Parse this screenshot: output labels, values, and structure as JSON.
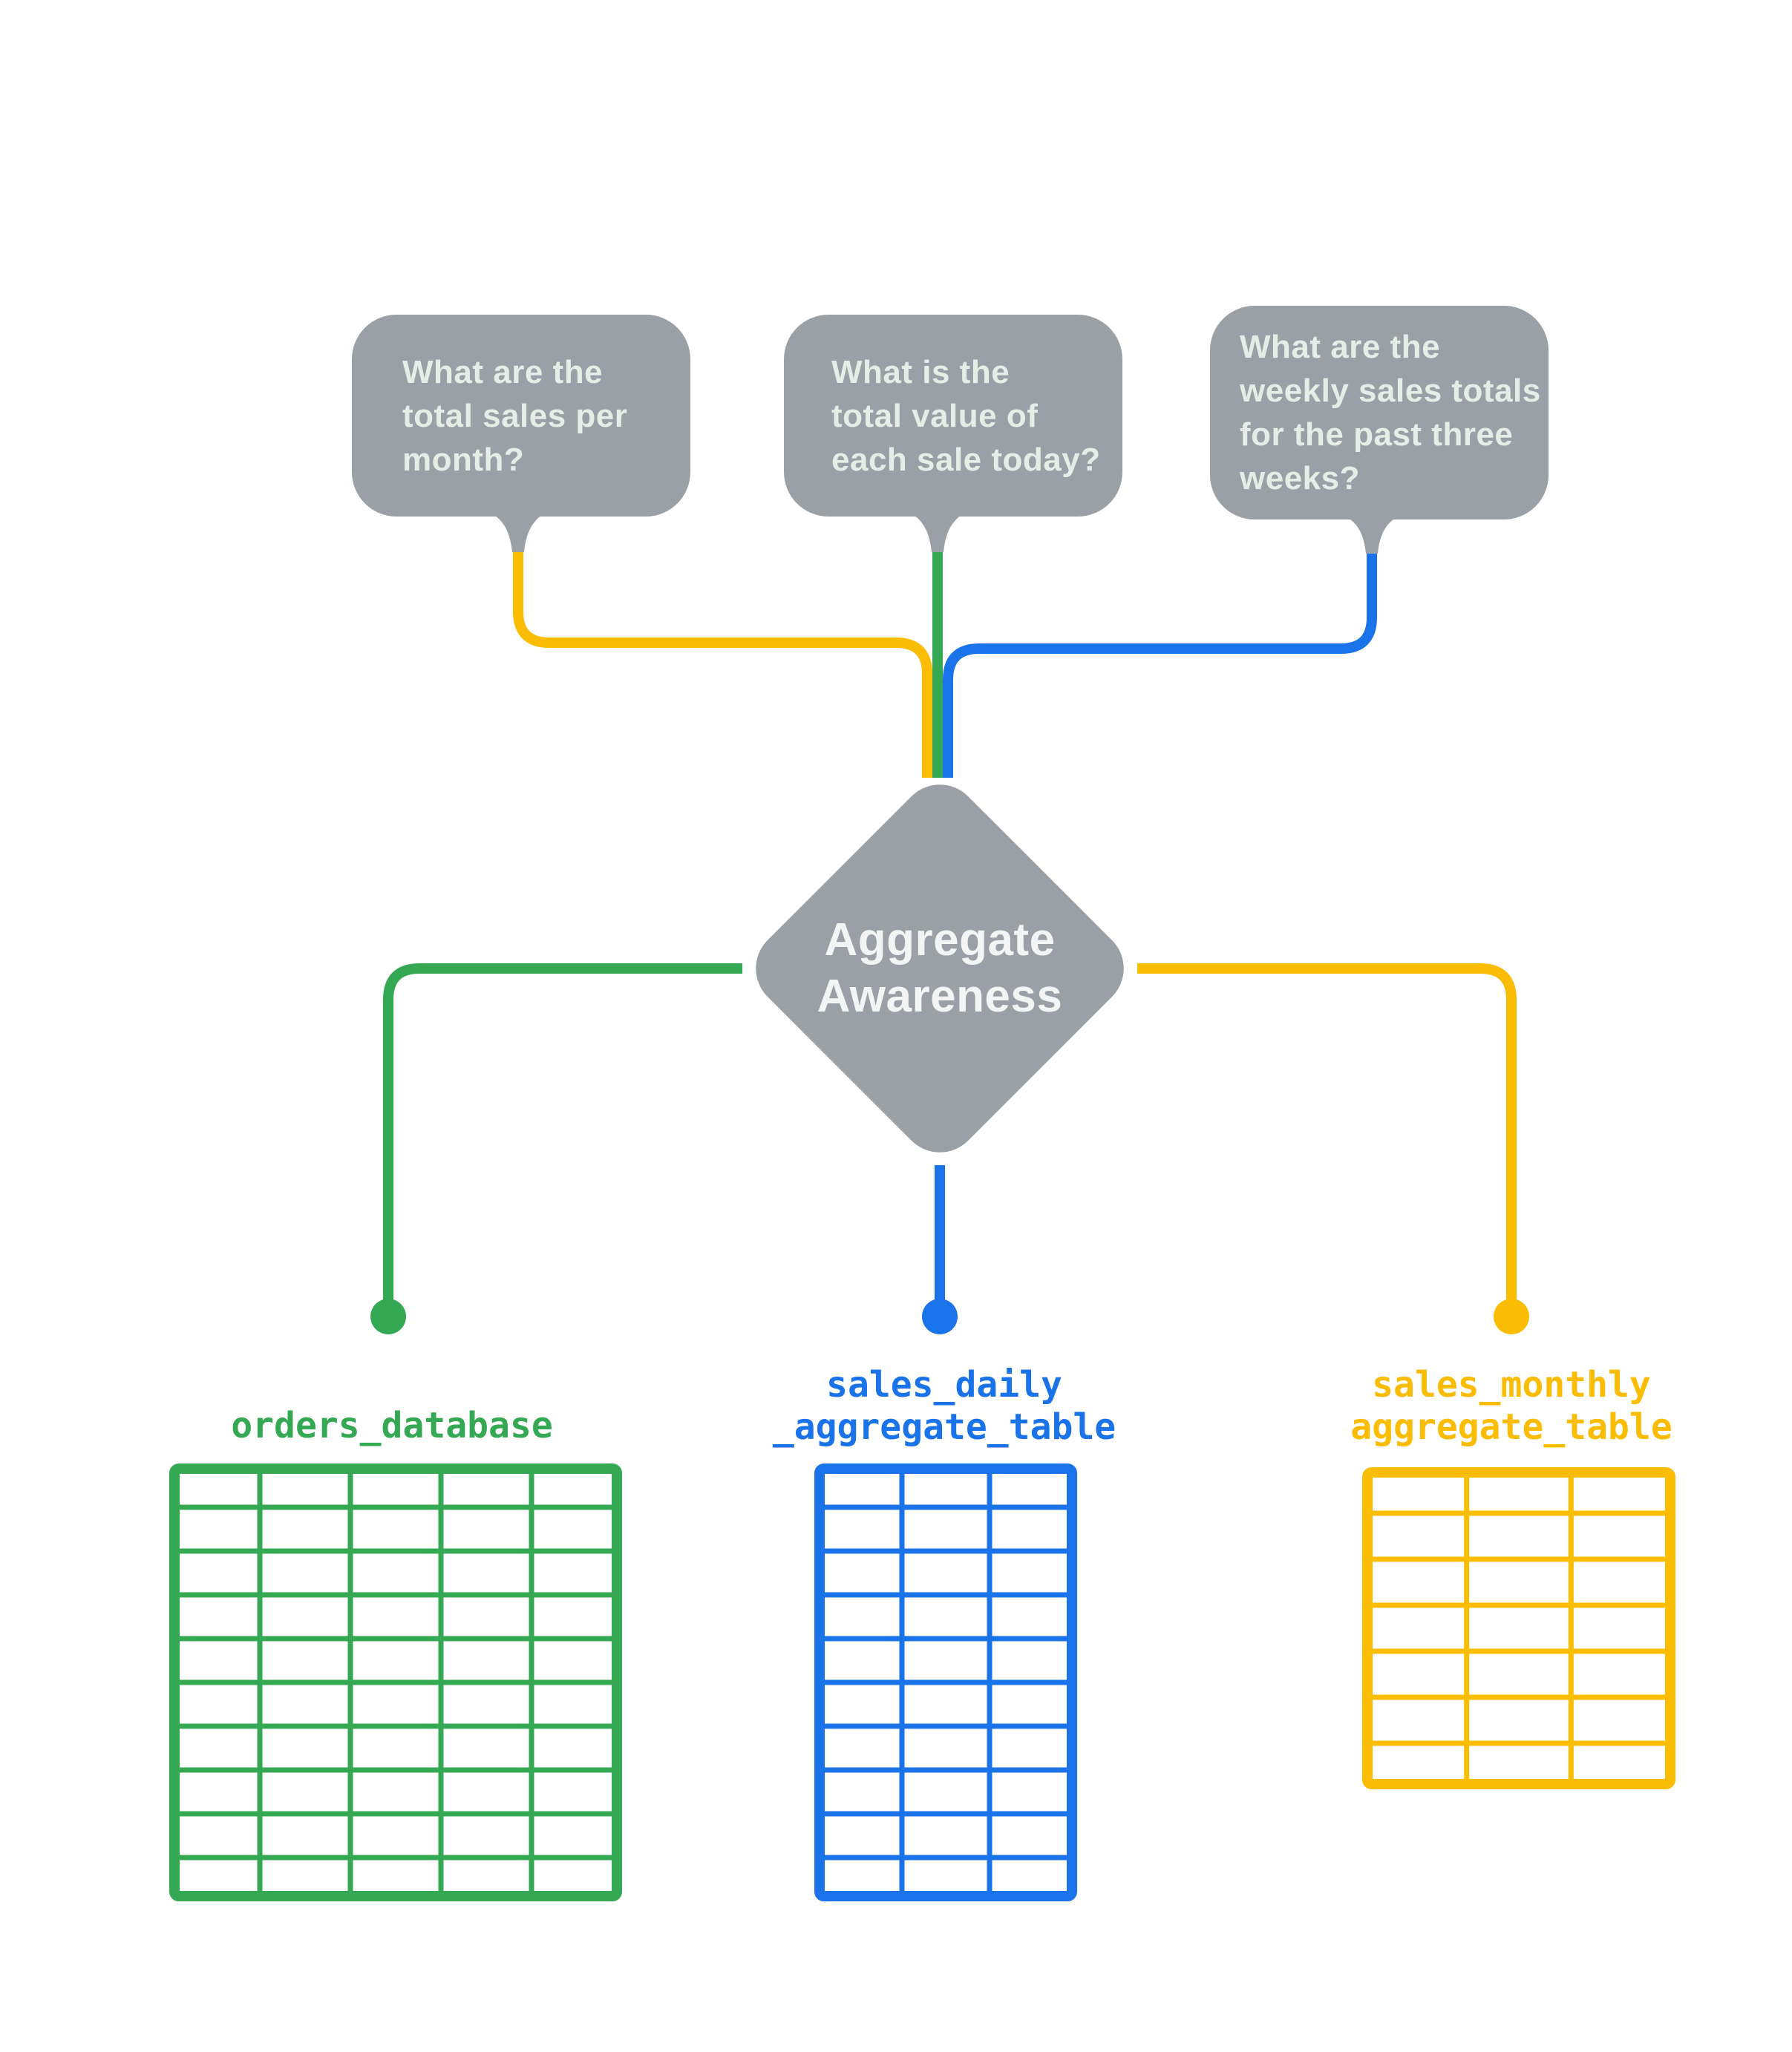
{
  "colors": {
    "green": "#34A853",
    "blue": "#1A73E8",
    "yellow": "#FBBC04",
    "gray": "#9AA0A6",
    "bubble_text": "#E4EEE6",
    "diamond_text": "#F3F5F4"
  },
  "questions": [
    {
      "text": "What are the\ntotal sales per\nmonth?",
      "connector_color": "yellow"
    },
    {
      "text": "What is the\ntotal value of\neach sale today?",
      "connector_color": "green"
    },
    {
      "text": "What are the\nweekly sales totals\nfor the past three\nweeks?",
      "connector_color": "blue"
    }
  ],
  "diamond": {
    "label": "Aggregate\nAwareness"
  },
  "tables": [
    {
      "label": "orders_database",
      "color": "green",
      "columns": 5,
      "rows": 10
    },
    {
      "label": "sales_daily\n_aggregate_table",
      "color": "blue",
      "columns": 3,
      "rows": 10
    },
    {
      "label": "sales_monthly\naggregate_table",
      "color": "yellow",
      "columns": 3,
      "rows": 7
    }
  ]
}
